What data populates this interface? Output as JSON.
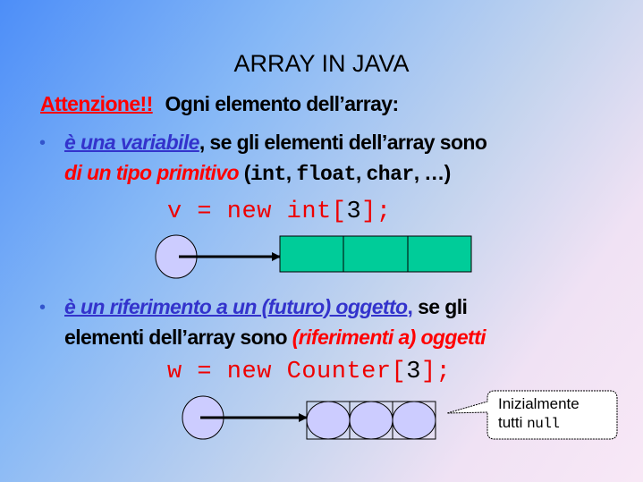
{
  "title": "ARRAY IN JAVA",
  "intro": {
    "warning": "Attenzione!!",
    "text": "Ogni elemento dell’array:"
  },
  "bullet1": {
    "emphasis": "è una variabile",
    "comma": ",",
    "rest1": " se gli elementi dell’array sono",
    "type_phrase": "di un tipo primitivo",
    "open": " (",
    "t1": "int",
    "sep1": ", ",
    "t2": "float",
    "sep2": ", ",
    "t3": "char",
    "close": ", …)"
  },
  "code1": {
    "pre": "v = new int[",
    "num": "3",
    "post": "];"
  },
  "bullet2": {
    "emphasis": "è un riferimento a un (futuro) oggetto",
    "comma": ",",
    "rest1": " se gli",
    "line2": "elementi dell’array sono ",
    "obj_phrase": "(riferimenti a) oggetti"
  },
  "code2": {
    "pre": "w = new Counter[",
    "num": "3",
    "post": "];"
  },
  "callout": {
    "line1": "Inizialmente",
    "line2_text": "tutti ",
    "line2_code": "null"
  },
  "colors": {
    "red": "#ff0000",
    "blue": "#3333cc",
    "cell_green": "#00cc99",
    "lavender": "#ccccff"
  },
  "bullet_icon": "bullet-dot"
}
